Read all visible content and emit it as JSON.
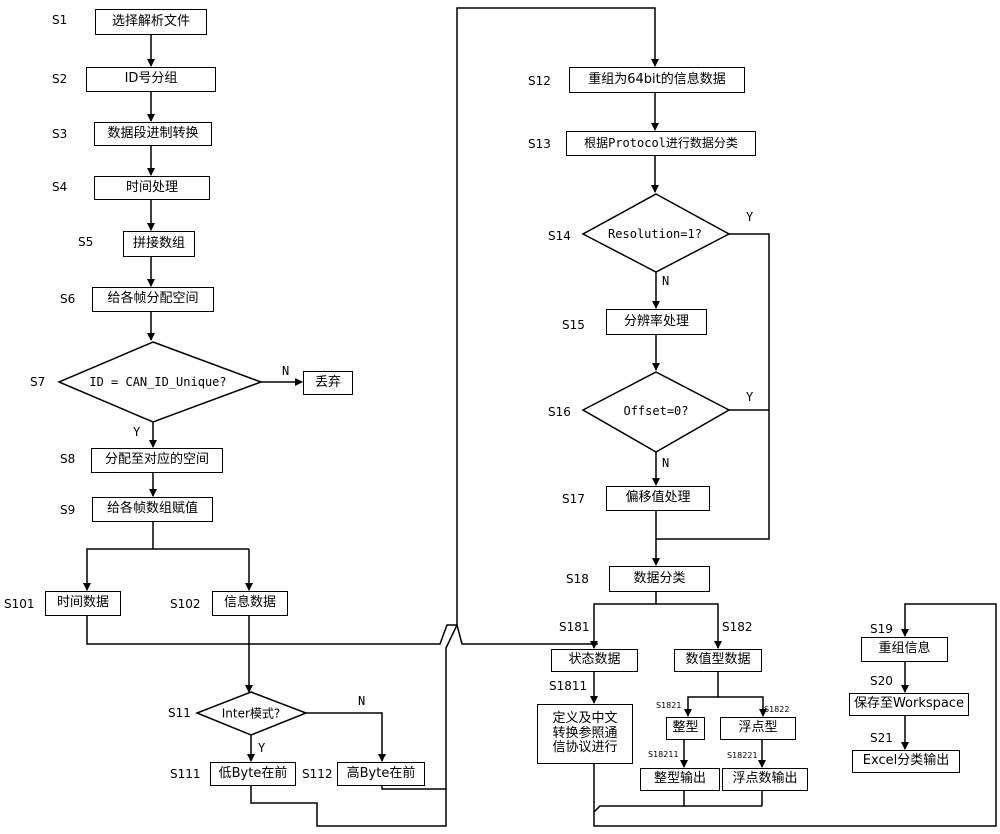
{
  "steps": {
    "s1": {
      "id": "S1",
      "text": "选择解析文件"
    },
    "s2": {
      "id": "S2",
      "text": "ID号分组"
    },
    "s3": {
      "id": "S3",
      "text": "数据段进制转换"
    },
    "s4": {
      "id": "S4",
      "text": "时间处理"
    },
    "s5": {
      "id": "S5",
      "text": "拼接数组"
    },
    "s6": {
      "id": "S6",
      "text": "给各帧分配空间"
    },
    "s7": {
      "id": "S7",
      "text": "ID = CAN_ID_Unique?"
    },
    "discard": {
      "text": "丢弃"
    },
    "s8": {
      "id": "S8",
      "text": "分配至对应的空间"
    },
    "s9": {
      "id": "S9",
      "text": "给各帧数组赋值"
    },
    "s101": {
      "id": "S101",
      "text": "时间数据"
    },
    "s102": {
      "id": "S102",
      "text": "信息数据"
    },
    "s11": {
      "id": "S11",
      "text": "Inter模式?"
    },
    "s111": {
      "id": "S111",
      "text": "低Byte在前"
    },
    "s112": {
      "id": "S112",
      "text": "高Byte在前"
    },
    "s12": {
      "id": "S12",
      "text": "重组为64bit的信息数据"
    },
    "s13": {
      "id": "S13",
      "text": "根据Protocol进行数据分类"
    },
    "s14": {
      "id": "S14",
      "text": "Resolution=1?"
    },
    "s15": {
      "id": "S15",
      "text": "分辨率处理"
    },
    "s16": {
      "id": "S16",
      "text": "Offset=0?"
    },
    "s17": {
      "id": "S17",
      "text": "偏移值处理"
    },
    "s18": {
      "id": "S18",
      "text": "数据分类"
    },
    "s181": {
      "id": "S181",
      "text": "状态数据"
    },
    "s182": {
      "id": "S182",
      "text": "数值型数据"
    },
    "s1811": {
      "id": "S1811",
      "lines": [
        "定义及中文",
        "转换参照通",
        "信协议进行"
      ]
    },
    "s1821": {
      "id": "S1821",
      "text": "整型"
    },
    "s1822": {
      "id": "S1822",
      "text": "浮点型"
    },
    "s18211": {
      "id": "S18211",
      "text": "整型输出"
    },
    "s18221": {
      "id": "S18221",
      "text": "浮点数输出"
    },
    "s19": {
      "id": "S19",
      "text": "重组信息"
    },
    "s20": {
      "id": "S20",
      "text": "保存至Workspace"
    },
    "s21": {
      "id": "S21",
      "text": "Excel分类输出"
    }
  },
  "branch_labels": {
    "s7_no": "N",
    "s7_yes": "Y",
    "s11_no": "N",
    "s11_yes": "Y",
    "s14_yes": "Y",
    "s14_no": "N",
    "s16_yes": "Y",
    "s16_no": "N"
  }
}
